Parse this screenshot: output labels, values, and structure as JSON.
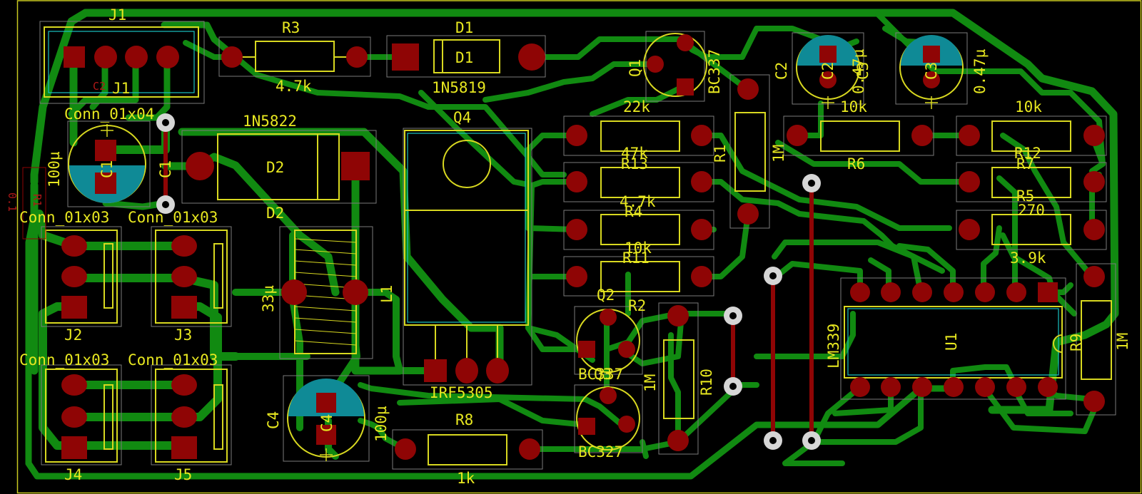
{
  "board": {
    "background": "#000000",
    "copper_color": "#118a11",
    "pad_color": "#8f0505",
    "silkscreen_color": "#e8e820",
    "outline_color": "#c8c820"
  },
  "labels": {
    "J1_ref": "J1",
    "J1_ref2": "J1",
    "J1_value": "Conn_01x04",
    "R3_ref": "R3",
    "R3_value": "4.7k",
    "D1_ref": "D1",
    "D1_ref2": "D1",
    "D1_value": "1N5819",
    "Q1_ref": "Q1",
    "Q1_value": "BC337",
    "C2_ref": "C2",
    "C2_ref2": "C2",
    "C2_value": "0.47µ",
    "C3_ref": "C3",
    "C3_ref2": "C3",
    "C3_value": "0.47µ",
    "R6_value": "10k",
    "R6_ref": "R6",
    "R12_value": "10k",
    "R12_ref": "R12",
    "R7_ref": "R7",
    "R5_ref": "R5",
    "R5_value": "270",
    "R4_value_39": "3.9k",
    "C1_ref": "C1",
    "C1_ref2": "C1",
    "C1_value": "100µ",
    "D2_value": "1N5822",
    "D2_ref": "D2",
    "D2_ref2": "D2",
    "Q4_ref": "Q4",
    "Q4_value": "IRF5305",
    "R_22k": "22k",
    "R13_ref": "R13",
    "R13_value": "47k",
    "R4_ref": "R4",
    "R4_value": "4.7k",
    "R11_ref": "R11",
    "R11_value": "10k",
    "R1_ref": "R1",
    "R1_value": "1M",
    "L1_ref": "L1",
    "L1_value": "33µ",
    "J2_value": "Conn_01x03",
    "J3_value": "Conn_01x03",
    "J2_ref": "J2",
    "J3_ref": "J3",
    "J4_value": "Conn_01x03",
    "J5_value": "Conn_01x03",
    "J4_ref": "J4",
    "J5_ref": "J5",
    "Q2_ref": "Q2",
    "Q2_value": "BC337",
    "Q3_ref": "Q3",
    "Q3_value": "BC327",
    "R2_ref": "R2",
    "R2_value": "1M",
    "R10_ref": "R10",
    "R8_ref": "R8",
    "R8_value": "1k",
    "C4_ref": "C4",
    "C4_ref2": "C4",
    "C4_value": "100µ",
    "U1_ref": "U1",
    "U1_value": "LM339",
    "R9_ref": "R9",
    "R9_value": "1M",
    "red_fragment_1": "R1",
    "red_fragment_2": "0.1"
  }
}
